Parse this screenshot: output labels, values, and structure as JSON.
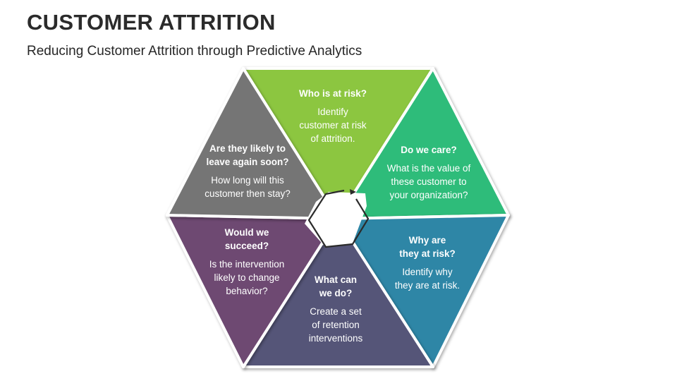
{
  "title": "CUSTOMER ATTRITION",
  "subtitle": "Reducing Customer Attrition through Predictive Analytics",
  "segments": [
    {
      "id": "top",
      "color": "#8cc63f",
      "question": [
        "Who is at risk?"
      ],
      "detail": [
        "Identify",
        "customer at risk",
        "of attrition."
      ]
    },
    {
      "id": "upper-right",
      "color": "#2fbc7a",
      "question": [
        "Do we care?"
      ],
      "detail": [
        "What is the value of",
        "these customer to",
        "your organization?"
      ]
    },
    {
      "id": "lower-right",
      "color": "#2f86a6",
      "question": [
        "Why are",
        "they at risk?"
      ],
      "detail": [
        "Identify why",
        "they are at risk."
      ]
    },
    {
      "id": "bottom",
      "color": "#545478",
      "question": [
        "What can",
        "we do?"
      ],
      "detail": [
        "Create a set",
        "of retention",
        "interventions"
      ]
    },
    {
      "id": "lower-left",
      "color": "#6e4a72",
      "question": [
        "Would we",
        "succeed?"
      ],
      "detail": [
        "Is the intervention",
        "likely to change",
        "behavior?"
      ]
    },
    {
      "id": "upper-left",
      "color": "#747474",
      "question": [
        "Are they likely to",
        "leave again soon?"
      ],
      "detail": [
        "How long will this",
        "customer then stay?"
      ]
    }
  ],
  "center_icon": "cycle-arrow-icon"
}
